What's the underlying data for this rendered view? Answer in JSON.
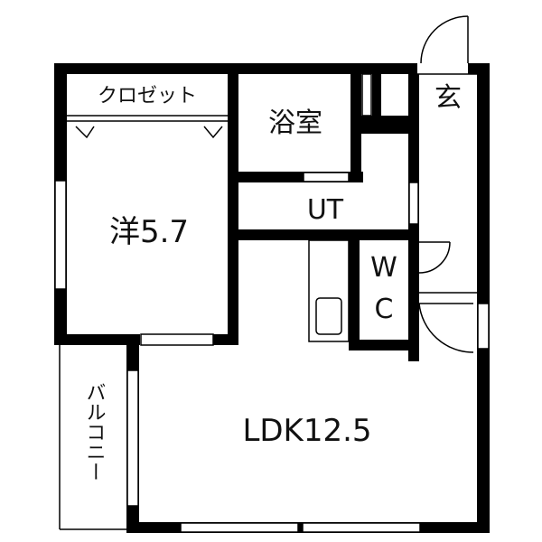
{
  "floor_plan": {
    "rooms": {
      "closet": "クロゼット",
      "western_room": "洋5.7",
      "bathroom": "浴室",
      "utility": "UT",
      "entrance": "玄",
      "toilet_top": "W",
      "toilet_bottom": "C",
      "ldk": "LDK12.5",
      "balcony": "バルコニー"
    },
    "colors": {
      "wall": "#000000",
      "background": "#ffffff",
      "line": "#000000"
    }
  }
}
